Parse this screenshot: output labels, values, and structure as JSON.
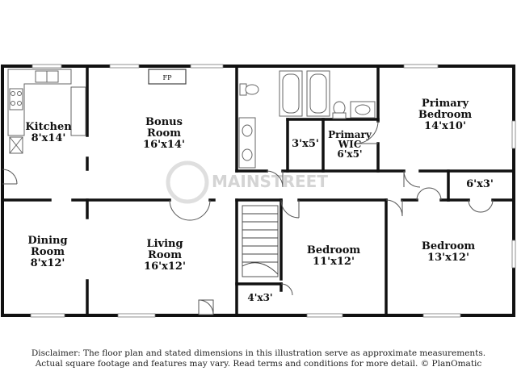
{
  "rooms": {
    "kitchen": {
      "name": "Kitchen",
      "size": "8'x14'"
    },
    "bonus": {
      "name1": "Bonus",
      "name2": "Room",
      "size": "16'x14'"
    },
    "primary_bedroom": {
      "name1": "Primary",
      "name2": "Bedroom",
      "size": "14'x10'"
    },
    "bath_closet": {
      "size": "3'x5'"
    },
    "primary_wic": {
      "name1": "Primary",
      "name2": "WIC",
      "size": "6'x5'"
    },
    "closet_6x3": {
      "size": "6'x3'"
    },
    "dining": {
      "name1": "Dining",
      "name2": "Room",
      "size": "8'x12'"
    },
    "living": {
      "name1": "Living",
      "name2": "Room",
      "size": "16'x12'"
    },
    "bedroom_mid": {
      "name": "Bedroom",
      "size": "11'x12'"
    },
    "bedroom_right": {
      "name": "Bedroom",
      "size": "13'x12'"
    },
    "closet_4x3": {
      "size": "4'x3'"
    }
  },
  "fireplace_label": "FP",
  "watermark": "MAINSTREET",
  "disclaimer": {
    "line1": "Disclaimer: The floor plan and stated dimensions in this illustration serve as approximate measurements.",
    "line2": "Actual square footage and features may vary. Read terms and conditions for more detail. © PlanOmatic"
  }
}
